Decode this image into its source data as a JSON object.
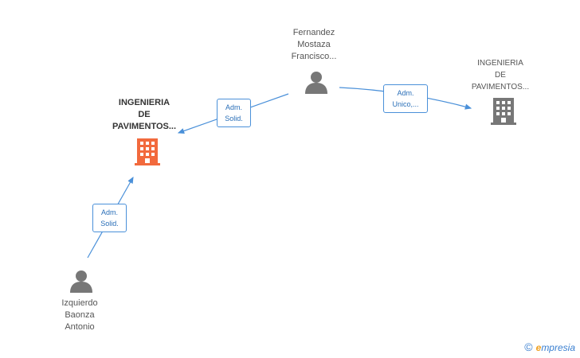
{
  "nodes": {
    "company_main": {
      "label": "INGENIERIA\nDE\nPAVIMENTOS...",
      "icon": "building-icon",
      "color": "#f26a3d"
    },
    "company_other": {
      "label": "INGENIERIA\nDE\nPAVIMENTOS...",
      "icon": "building-icon",
      "color": "#777777"
    },
    "person_fernandez": {
      "label": "Fernandez\nMostaza\nFrancisco...",
      "icon": "person-icon",
      "color": "#777777"
    },
    "person_izquierdo": {
      "label": "Izquierdo\nBaonza\nAntonio",
      "icon": "person-icon",
      "color": "#777777"
    }
  },
  "edges": {
    "fernandez_to_main": {
      "label": "Adm.\nSolid."
    },
    "fernandez_to_other": {
      "label": "Adm.\nUnico,..."
    },
    "izquierdo_to_main": {
      "label": "Adm.\nSolid."
    }
  },
  "edge_color": "#4a90d9",
  "footer": {
    "copyright": "©",
    "brand_initial": "e",
    "brand_rest": "mpresia"
  }
}
